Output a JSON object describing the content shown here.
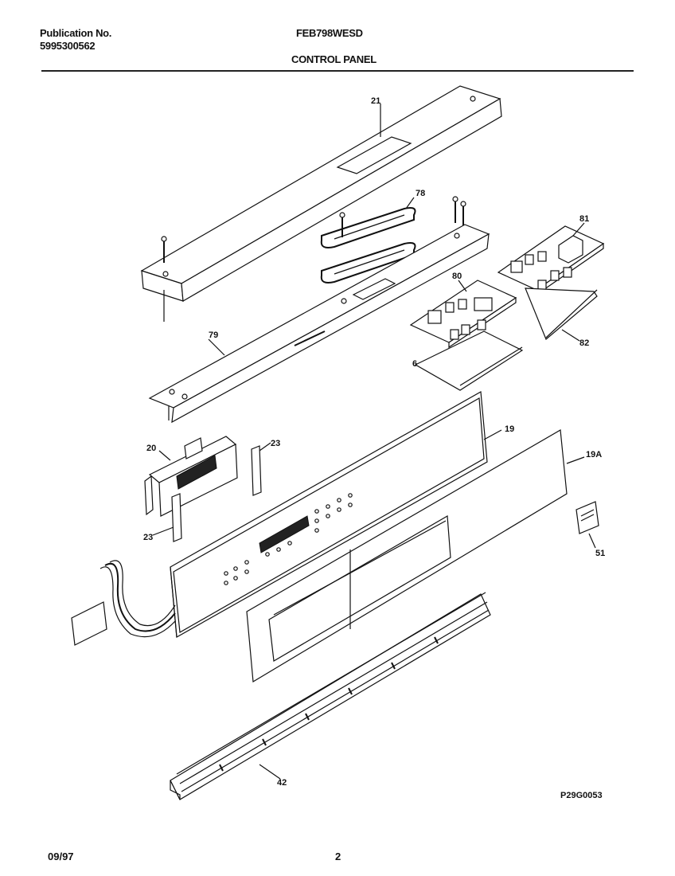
{
  "header": {
    "publication_label": "Publication No.",
    "publication_number": "5995300562",
    "model": "FEB798WESD",
    "section_title": "CONTROL PANEL"
  },
  "callouts": [
    "21",
    "78",
    "81",
    "80",
    "79",
    "82",
    "6",
    "19",
    "20",
    "23",
    "19A",
    "23",
    "51",
    "42"
  ],
  "drawing_code": "P29G0053",
  "footer": {
    "date": "09/97",
    "page": "2"
  }
}
